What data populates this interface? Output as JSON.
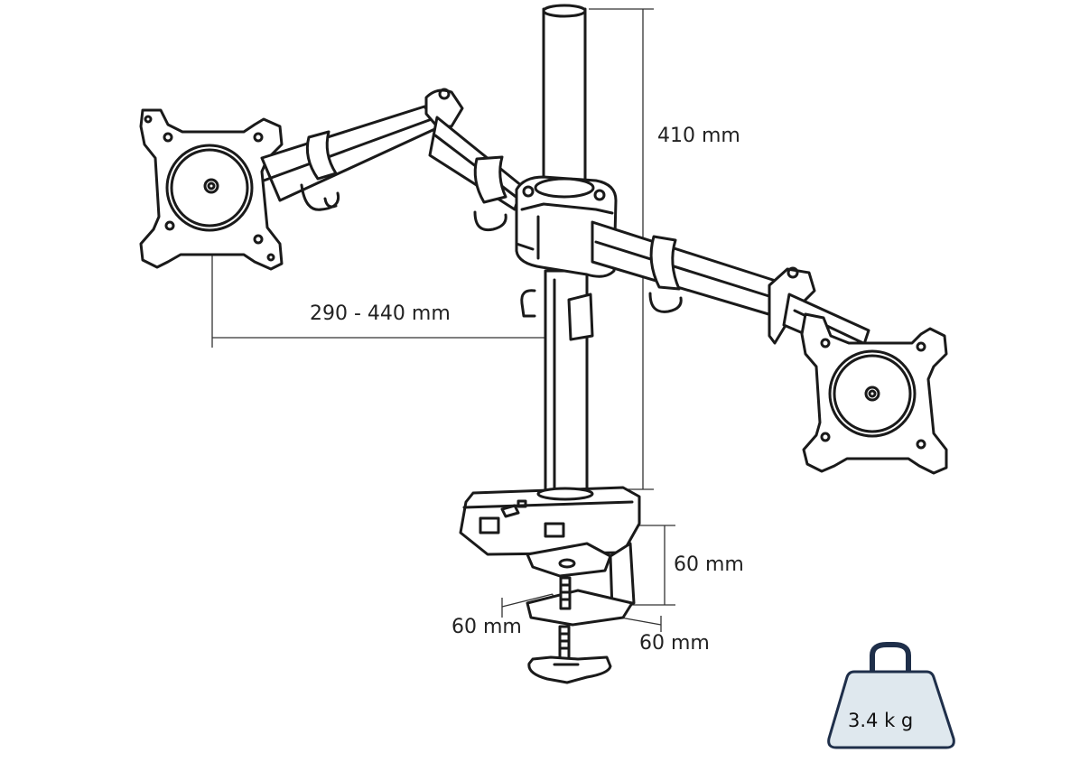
{
  "dimensions": {
    "height_label": "410 mm",
    "arm_reach_label": "290 - 440 mm",
    "clamp_height_label": "60 mm",
    "clamp_width_left_label": "60 mm",
    "clamp_depth_right_label": "60 mm"
  },
  "weight": {
    "label": "3.4 k g",
    "fill_color": "#dfe8ee",
    "stroke_color": "#1f2f4a"
  }
}
